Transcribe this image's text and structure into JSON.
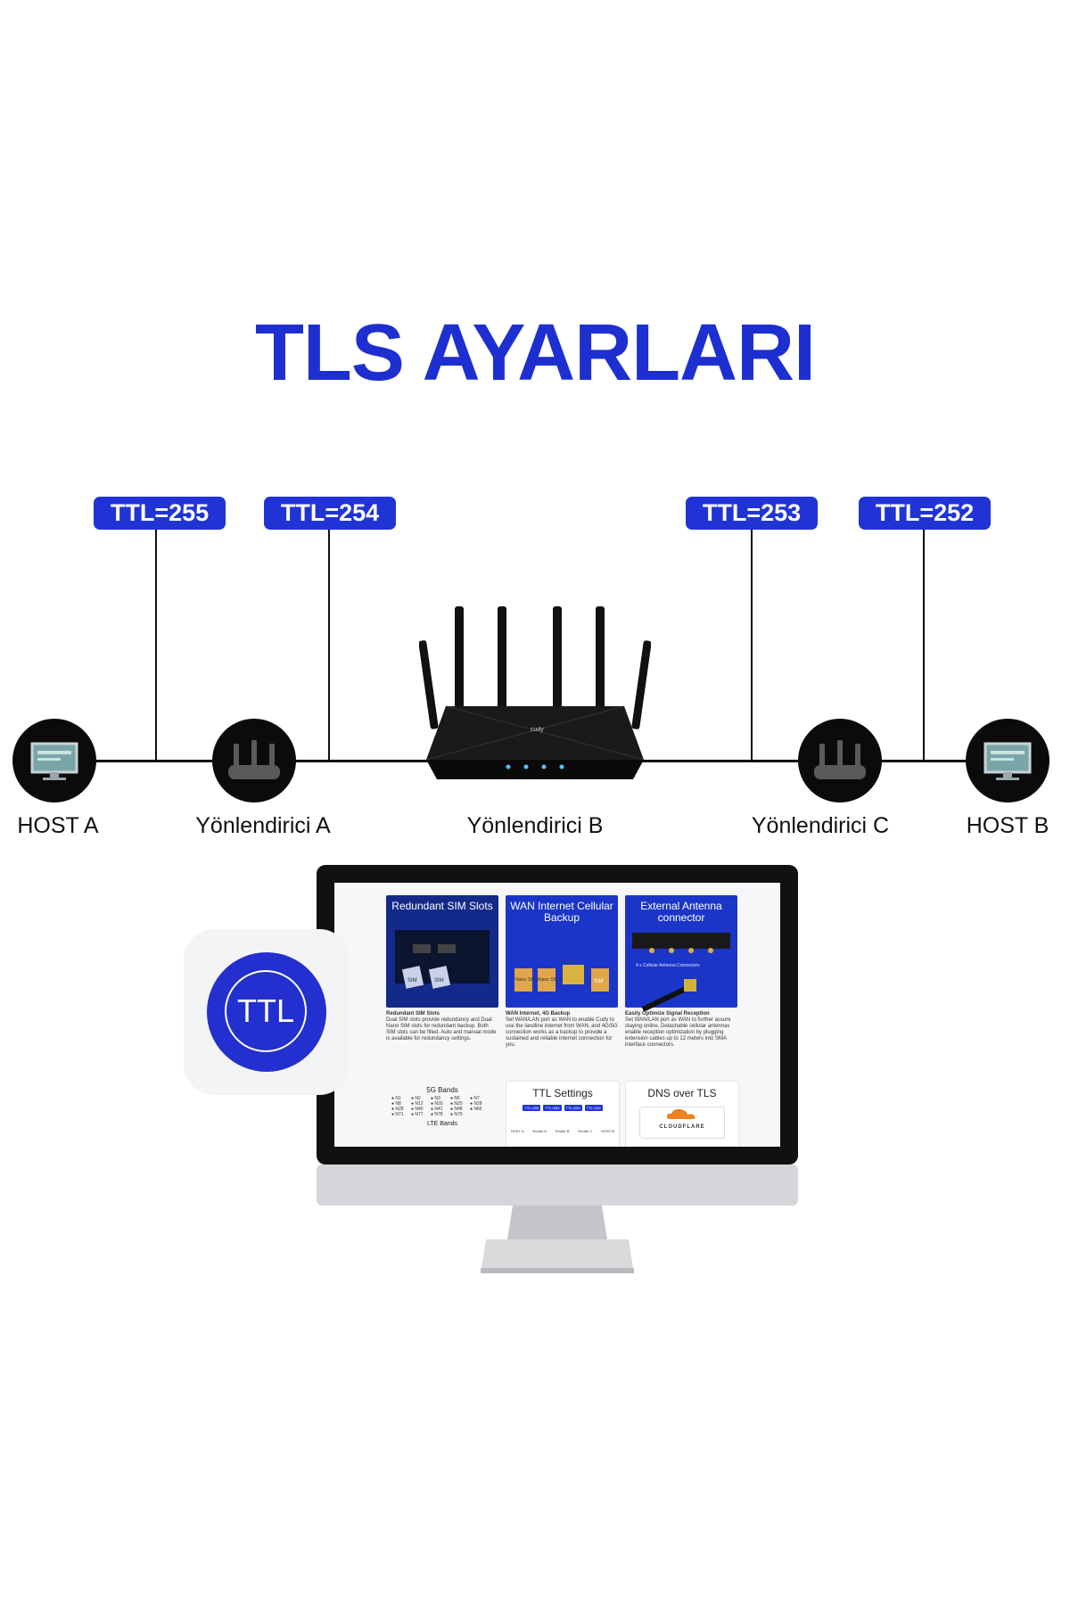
{
  "title": "TLS AYARLARI",
  "badges": [
    "TTL=255",
    "TTL=254",
    "TTL=253",
    "TTL=252"
  ],
  "nodes": {
    "host_a": "HOST A",
    "router_a": "Yönlendirici A",
    "router_b": "Yönlendirici B",
    "router_c": "Yönlendirici C",
    "host_b": "HOST B"
  },
  "router_brand": "cudy",
  "app_icon": {
    "label": "TTL"
  },
  "screen": {
    "cards": [
      {
        "title": "Redundant SIM Slots",
        "color": "#142a8a",
        "sims": [
          "SIM",
          "SIM"
        ]
      },
      {
        "title": "WAN Internet Cellular Backup",
        "color": "#1b35c9",
        "sims": [
          "Nano SIM 1",
          "Nano SIM 2",
          "SIM"
        ]
      },
      {
        "title": "External Antenna connector",
        "color": "#1b35c9",
        "note": "4 x Cellular Antenna Connectors"
      }
    ],
    "captions": [
      {
        "head": "Redundant SIM Slots",
        "body": "Dual SIM slots provide redundancy and Dual Nano SIM slots for redundant backup. Both SIM slots can be filled. Auto and manual mode is available for redundancy settings."
      },
      {
        "head": "WAN Internet, 4G Backup",
        "body": "Set WAN/LAN port as WAN to enable Cudy to use the landline internet from WAN, and 4G/5G connection works as a backup to provide a sustained and reliable internet connection for you."
      },
      {
        "head": "Easily Optimize Signal Reception",
        "body": "Set WAN/LAN port as WAN to further assure staying online. Detachable cellular antennas enable reception optimization by plugging extension cables up to 12 meters into SMA interface connectors."
      }
    ],
    "bands_5g_title": "5G Bands",
    "bands_5g": [
      "N1",
      "N2",
      "N3",
      "N5",
      "N7",
      "N8",
      "N12",
      "N20",
      "N25",
      "N28",
      "N28",
      "N40",
      "N41",
      "N48",
      "N66",
      "N71",
      "N77",
      "N78",
      "N79"
    ],
    "lte_title": "LTE Bands",
    "ttl_settings_title": "TTL Settings",
    "ttl_mini_badges": [
      "TTL=255",
      "TTL=254",
      "TTL=253",
      "TTL=252"
    ],
    "ttl_mini_labels": [
      "HOST A",
      "Router A",
      "Router B",
      "Router C",
      "HOST B"
    ],
    "dns_title": "DNS over TLS",
    "cloudflare": "CLOUDFLARE"
  }
}
